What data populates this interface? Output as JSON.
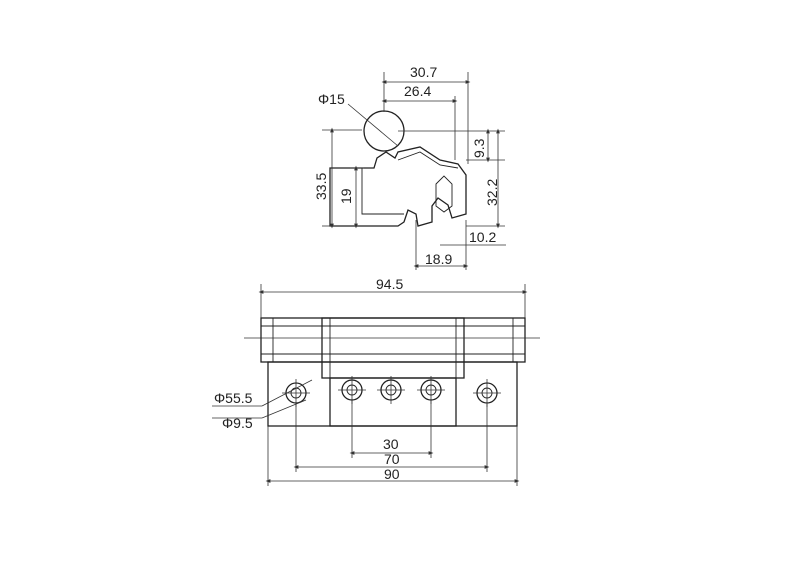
{
  "profile_view": {
    "dims": {
      "width_total": "30.7",
      "width_inner": "26.4",
      "knuckle_dia": "Φ15",
      "height_total": "33.5",
      "height_leaf": "19",
      "height_right": "32.2",
      "offset_top": "9.3",
      "base_right": "10.2",
      "base_width": "18.9"
    }
  },
  "front_view": {
    "dims": {
      "overall_length": "94.5",
      "hole_counterbore": "Φ55.5",
      "hole_dia": "Φ9.5",
      "hole_pitch_inner": "30",
      "hole_pitch_outer": "70",
      "leaf_width": "90"
    }
  }
}
